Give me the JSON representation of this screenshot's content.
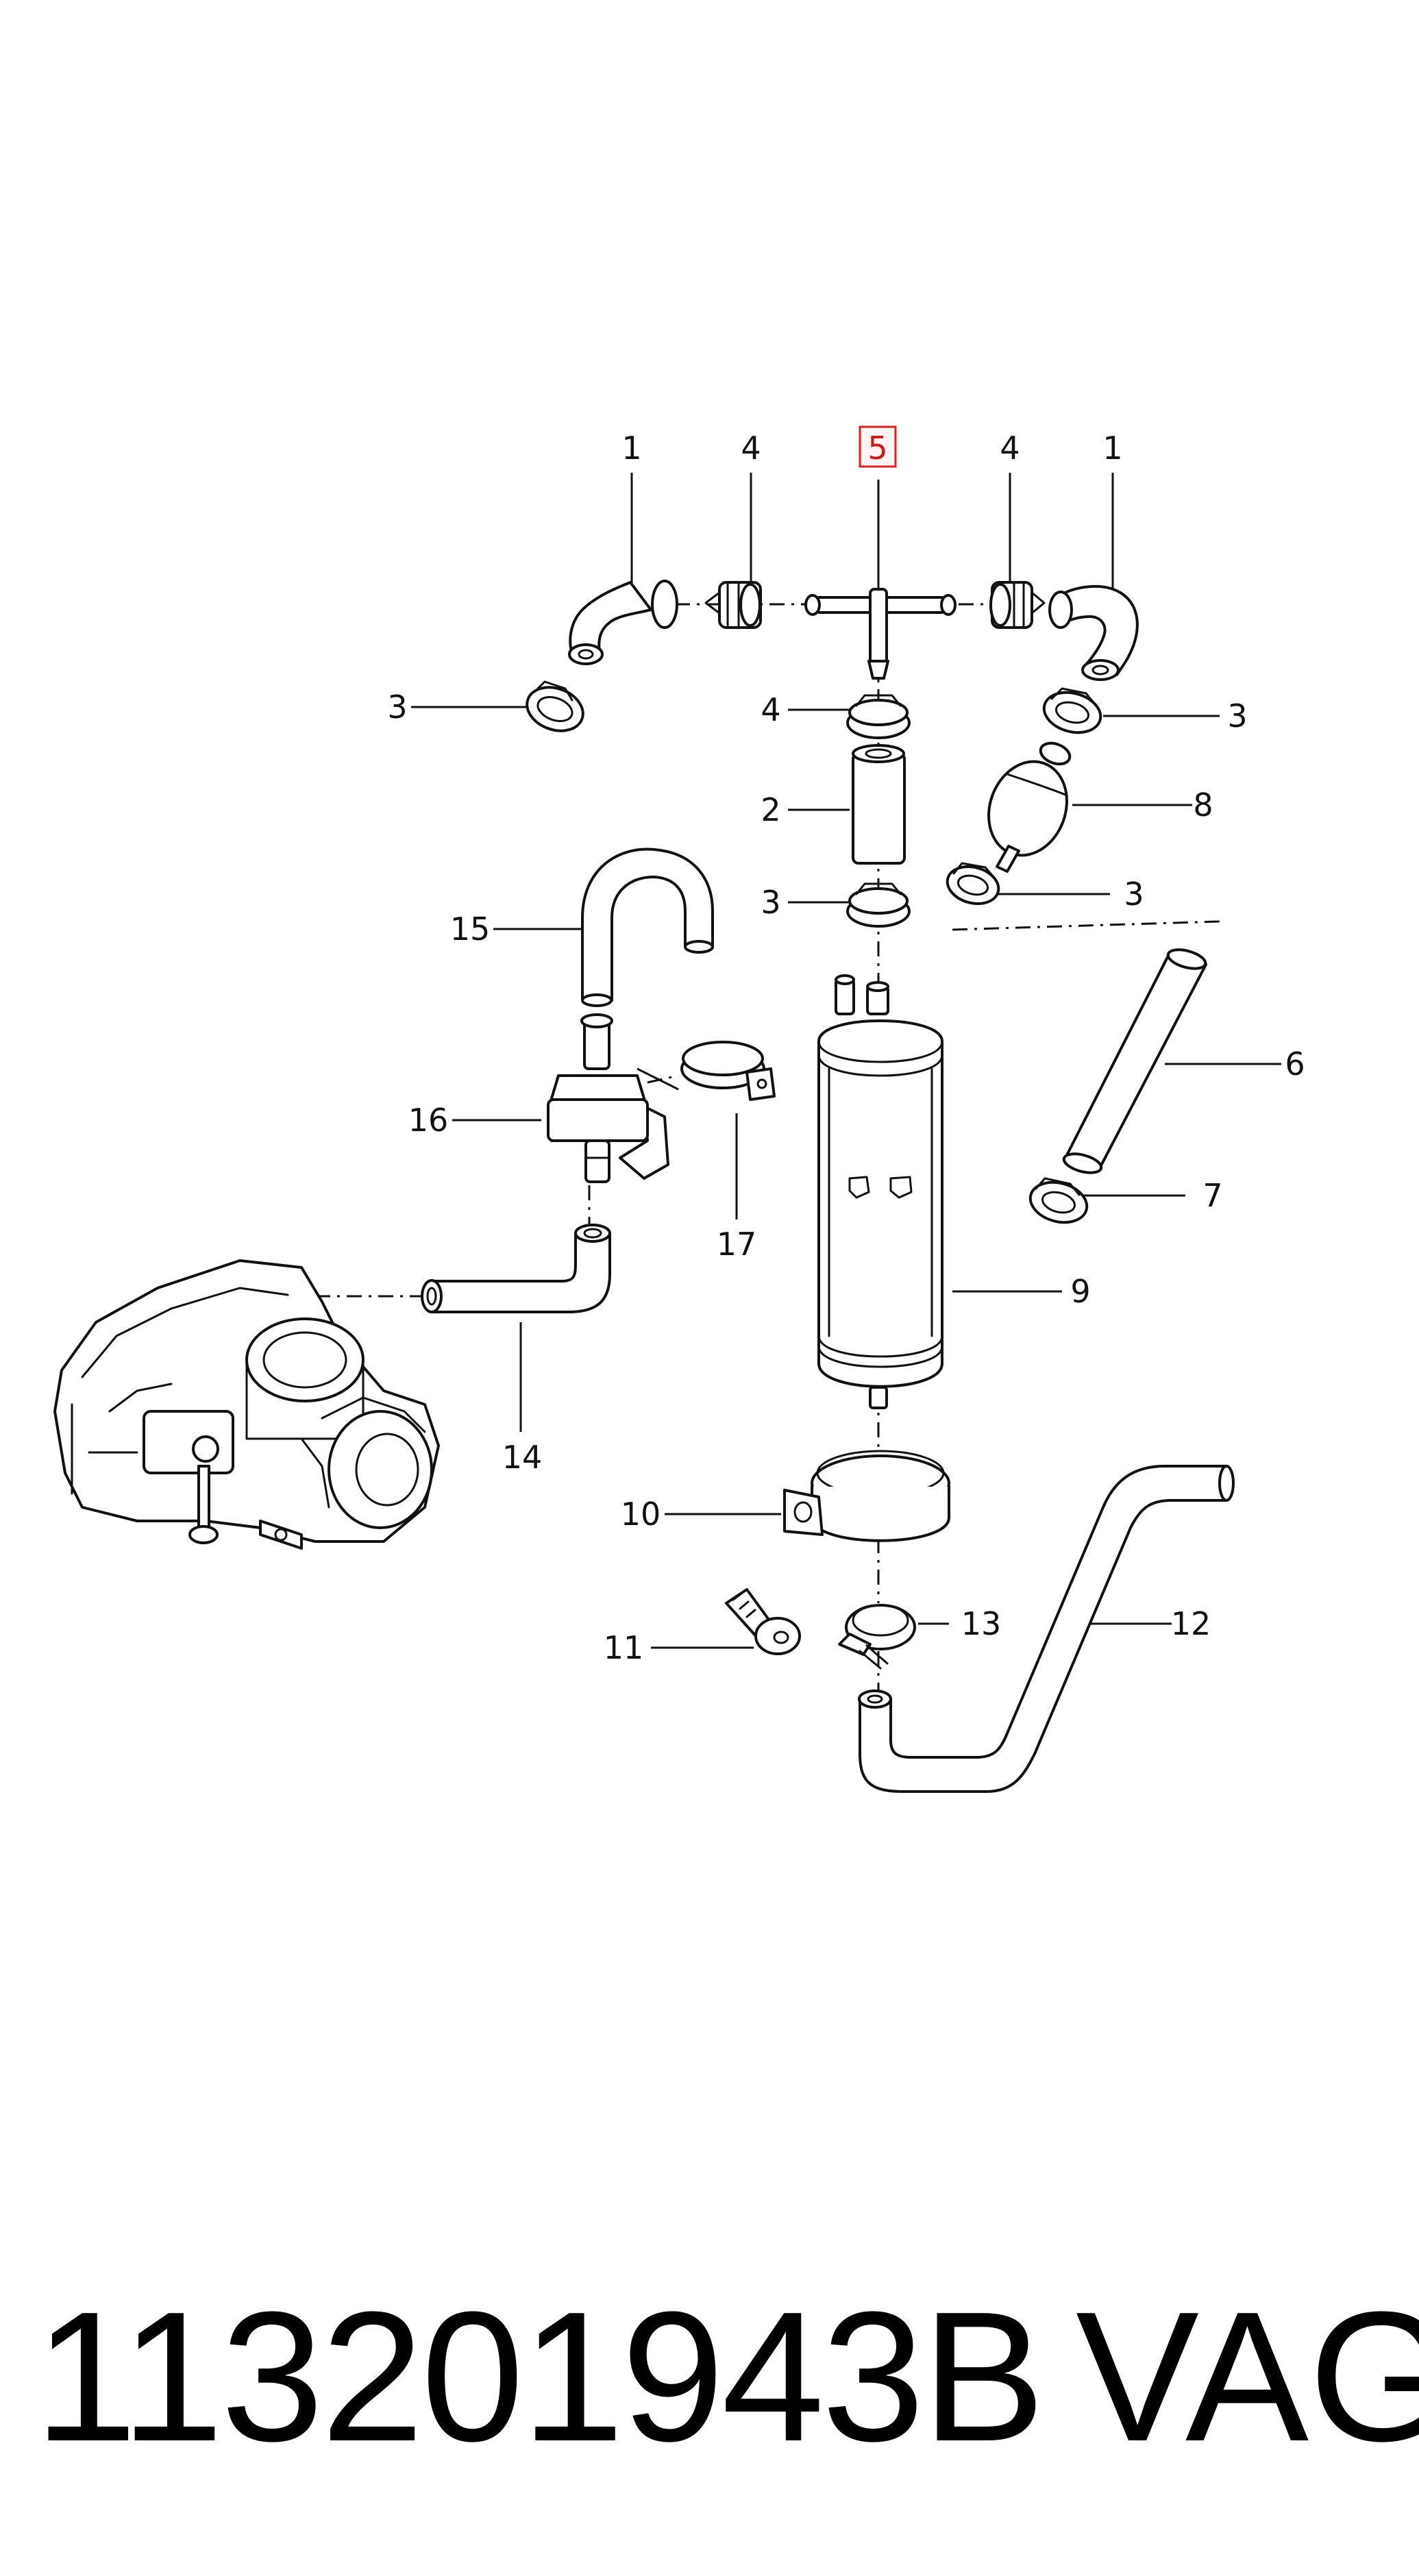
{
  "labels": {
    "l1a": "1",
    "l4a": "4",
    "l5": "5",
    "l4b": "4",
    "l1b": "1",
    "l3a": "3",
    "l4c": "4",
    "l3b": "3",
    "l2": "2",
    "l8": "8",
    "l15": "15",
    "l3c": "3",
    "l3d": "3",
    "l6": "6",
    "l16": "16",
    "l17": "17",
    "l7": "7",
    "l9": "9",
    "l14": "14",
    "l10": "10",
    "l12": "12",
    "l11": "11",
    "l13": "13"
  },
  "highlight_color": "#e02020",
  "footer": {
    "part_number": "113201943B",
    "brand": "VAG"
  }
}
